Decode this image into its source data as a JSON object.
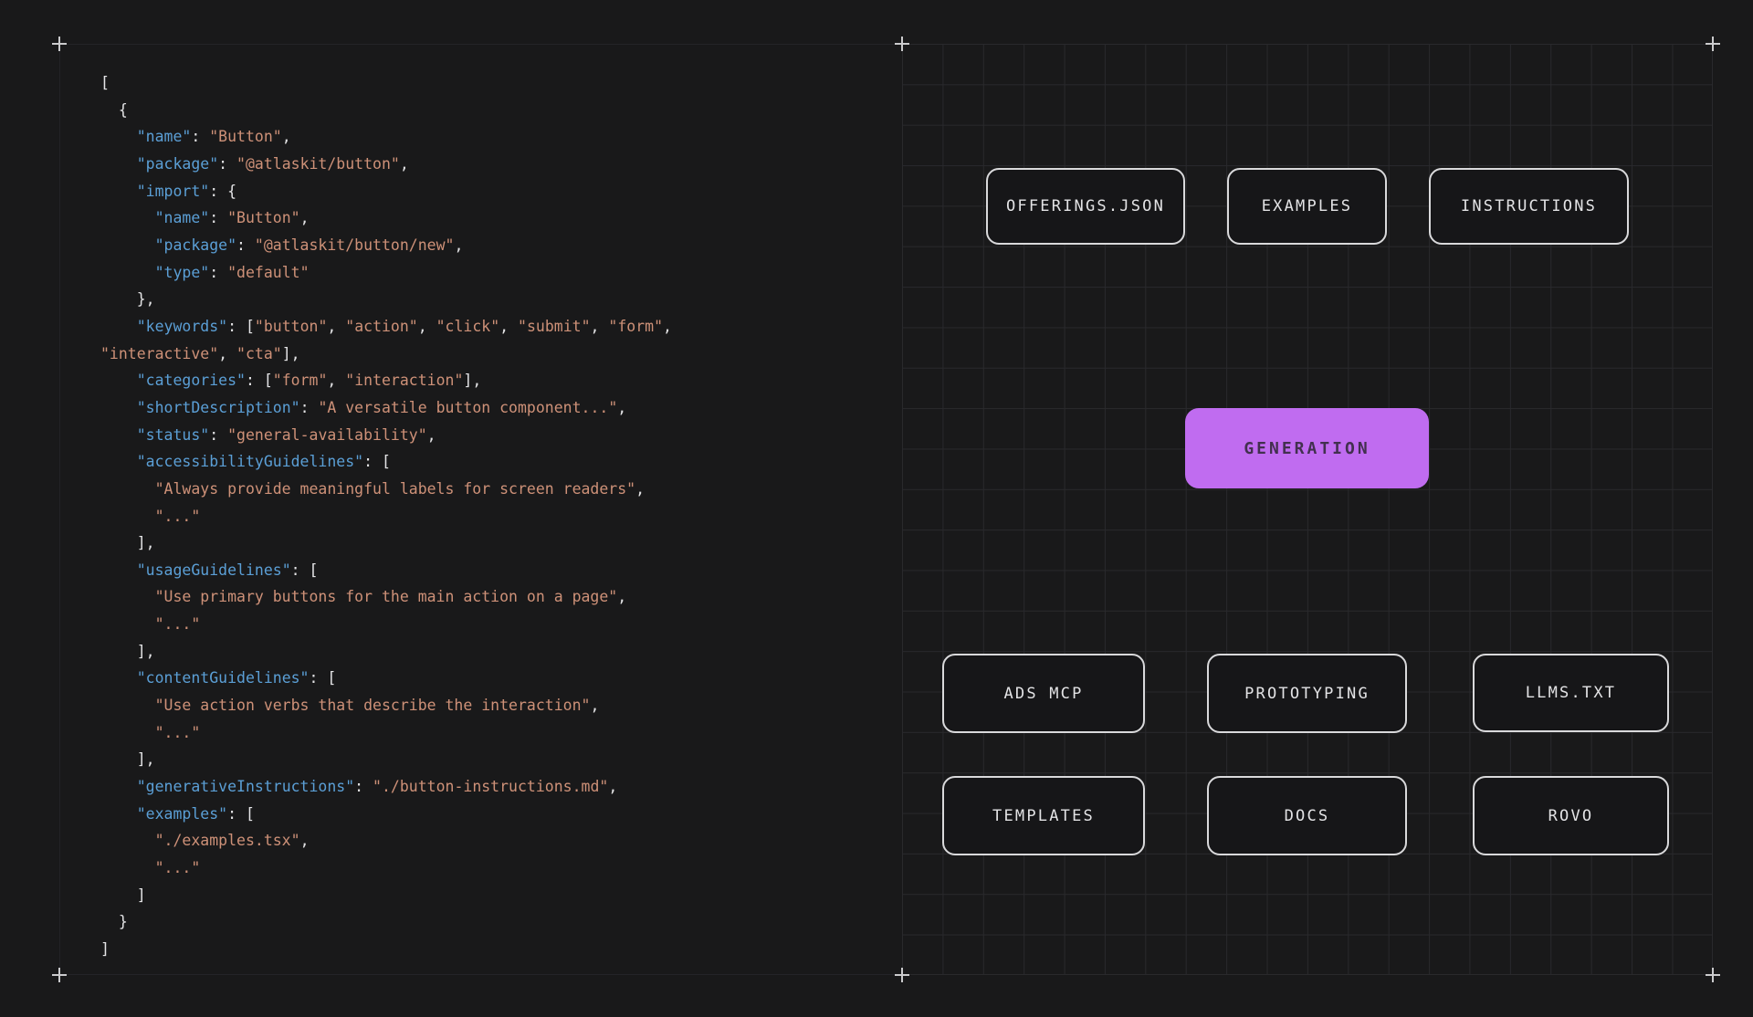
{
  "code": {
    "lines": [
      [
        [
          "p",
          "["
        ]
      ],
      [
        [
          "p",
          "  {"
        ]
      ],
      [
        [
          "p",
          "    "
        ],
        [
          "k",
          "\"name\""
        ],
        [
          "p",
          ": "
        ],
        [
          "s",
          "\"Button\""
        ],
        [
          "p",
          ","
        ]
      ],
      [
        [
          "p",
          "    "
        ],
        [
          "k",
          "\"package\""
        ],
        [
          "p",
          ": "
        ],
        [
          "s",
          "\"@atlaskit/button\""
        ],
        [
          "p",
          ","
        ]
      ],
      [
        [
          "p",
          "    "
        ],
        [
          "k",
          "\"import\""
        ],
        [
          "p",
          ": {"
        ]
      ],
      [
        [
          "p",
          "      "
        ],
        [
          "k",
          "\"name\""
        ],
        [
          "p",
          ": "
        ],
        [
          "s",
          "\"Button\""
        ],
        [
          "p",
          ","
        ]
      ],
      [
        [
          "p",
          "      "
        ],
        [
          "k",
          "\"package\""
        ],
        [
          "p",
          ": "
        ],
        [
          "s",
          "\"@atlaskit/button/new\""
        ],
        [
          "p",
          ","
        ]
      ],
      [
        [
          "p",
          "      "
        ],
        [
          "k",
          "\"type\""
        ],
        [
          "p",
          ": "
        ],
        [
          "s",
          "\"default\""
        ]
      ],
      [
        [
          "p",
          "    },"
        ]
      ],
      [
        [
          "p",
          "    "
        ],
        [
          "k",
          "\"keywords\""
        ],
        [
          "p",
          ": ["
        ],
        [
          "s",
          "\"button\""
        ],
        [
          "p",
          ", "
        ],
        [
          "s",
          "\"action\""
        ],
        [
          "p",
          ", "
        ],
        [
          "s",
          "\"click\""
        ],
        [
          "p",
          ", "
        ],
        [
          "s",
          "\"submit\""
        ],
        [
          "p",
          ", "
        ],
        [
          "s",
          "\"form\""
        ],
        [
          "p",
          ","
        ]
      ],
      [
        [
          "s",
          "\"interactive\""
        ],
        [
          "p",
          ", "
        ],
        [
          "s",
          "\"cta\""
        ],
        [
          "p",
          "],"
        ]
      ],
      [
        [
          "p",
          "    "
        ],
        [
          "k",
          "\"categories\""
        ],
        [
          "p",
          ": ["
        ],
        [
          "s",
          "\"form\""
        ],
        [
          "p",
          ", "
        ],
        [
          "s",
          "\"interaction\""
        ],
        [
          "p",
          "],"
        ]
      ],
      [
        [
          "p",
          "    "
        ],
        [
          "k",
          "\"shortDescription\""
        ],
        [
          "p",
          ": "
        ],
        [
          "s",
          "\"A versatile button component...\""
        ],
        [
          "p",
          ","
        ]
      ],
      [
        [
          "p",
          "    "
        ],
        [
          "k",
          "\"status\""
        ],
        [
          "p",
          ": "
        ],
        [
          "s",
          "\"general-availability\""
        ],
        [
          "p",
          ","
        ]
      ],
      [
        [
          "p",
          "    "
        ],
        [
          "k",
          "\"accessibilityGuidelines\""
        ],
        [
          "p",
          ": ["
        ]
      ],
      [
        [
          "p",
          "      "
        ],
        [
          "s",
          "\"Always provide meaningful labels for screen readers\""
        ],
        [
          "p",
          ","
        ]
      ],
      [
        [
          "p",
          "      "
        ],
        [
          "s",
          "\"...\""
        ]
      ],
      [
        [
          "p",
          "    ],"
        ]
      ],
      [
        [
          "p",
          "    "
        ],
        [
          "k",
          "\"usageGuidelines\""
        ],
        [
          "p",
          ": ["
        ]
      ],
      [
        [
          "p",
          "      "
        ],
        [
          "s",
          "\"Use primary buttons for the main action on a page\""
        ],
        [
          "p",
          ","
        ]
      ],
      [
        [
          "p",
          "      "
        ],
        [
          "s",
          "\"...\""
        ]
      ],
      [
        [
          "p",
          "    ],"
        ]
      ],
      [
        [
          "p",
          "    "
        ],
        [
          "k",
          "\"contentGuidelines\""
        ],
        [
          "p",
          ": ["
        ]
      ],
      [
        [
          "p",
          "      "
        ],
        [
          "s",
          "\"Use action verbs that describe the interaction\""
        ],
        [
          "p",
          ","
        ]
      ],
      [
        [
          "p",
          "      "
        ],
        [
          "s",
          "\"...\""
        ]
      ],
      [
        [
          "p",
          "    ],"
        ]
      ],
      [
        [
          "p",
          "    "
        ],
        [
          "k",
          "\"generativeInstructions\""
        ],
        [
          "p",
          ": "
        ],
        [
          "s",
          "\"./button-instructions.md\""
        ],
        [
          "p",
          ","
        ]
      ],
      [
        [
          "p",
          "    "
        ],
        [
          "k",
          "\"examples\""
        ],
        [
          "p",
          ": ["
        ]
      ],
      [
        [
          "p",
          "      "
        ],
        [
          "s",
          "\"./examples.tsx\""
        ],
        [
          "p",
          ","
        ]
      ],
      [
        [
          "p",
          "      "
        ],
        [
          "s",
          "\"...\""
        ]
      ],
      [
        [
          "p",
          "    ]"
        ]
      ],
      [
        [
          "p",
          "  }"
        ]
      ],
      [
        [
          "p",
          "]"
        ]
      ]
    ],
    "colors": {
      "key": "#5b9fd6",
      "string": "#ce9178",
      "punctuation": "#e4e4e6"
    }
  },
  "diagram": {
    "nodes": [
      {
        "id": "offerings",
        "label": "OFFERINGS.JSON"
      },
      {
        "id": "examples",
        "label": "EXAMPLES"
      },
      {
        "id": "instructions",
        "label": "INSTRUCTIONS"
      },
      {
        "id": "generation",
        "label": "GENERATION"
      },
      {
        "id": "ads-mcp",
        "label": "ADS MCP"
      },
      {
        "id": "prototyping",
        "label": "PROTOTYPING"
      },
      {
        "id": "llms-txt",
        "label": "LLMS.TXT"
      },
      {
        "id": "templates",
        "label": "TEMPLATES"
      },
      {
        "id": "docs",
        "label": "DOCS"
      },
      {
        "id": "rovo",
        "label": "ROVO"
      }
    ],
    "accent_color": "#c06cf0"
  },
  "markers": {
    "glyph": "+"
  }
}
